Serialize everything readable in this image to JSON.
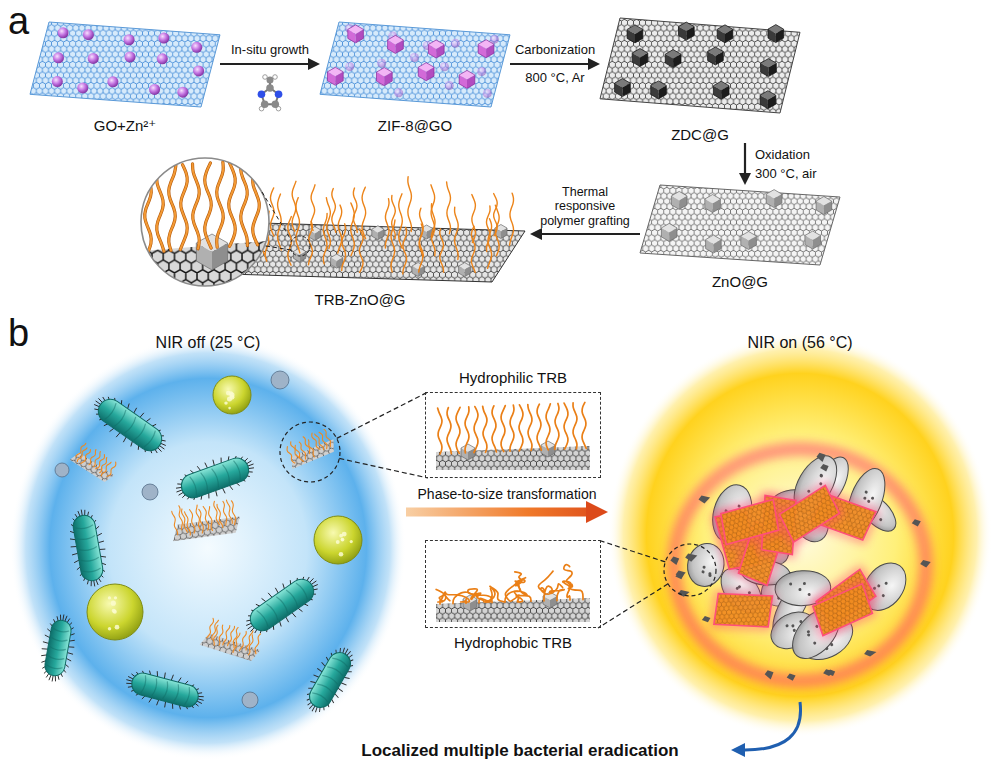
{
  "diagram": {
    "nodes": [
      {
        "text": [
          "GO+Zn²⁺"
        ]
      },
      {
        "text": [
          "ZIF-8@GO"
        ]
      },
      {
        "text": [
          "ZDC@G"
        ]
      },
      {
        "text": [
          "ZnO@G"
        ]
      },
      {
        "text": [
          "TRB-ZnO@G"
        ]
      },
      {
        "text": [
          "NIR off (25 °C)"
        ]
      },
      {
        "text": [
          "Hydrophilic TRB"
        ]
      },
      {
        "text": [
          "Hydrophobic TRB"
        ]
      },
      {
        "text": [
          "NIR on (56 °C)"
        ]
      }
    ],
    "edges": [
      {
        "from": 0,
        "to": 1,
        "arrow": "to",
        "label": "In-situ growth"
      },
      {
        "from": 1,
        "to": 2,
        "arrow": "to",
        "label": "Carbonization"
      },
      {
        "from": 2,
        "to": 3,
        "arrow": "to",
        "label": "Oxidation"
      },
      {
        "from": 3,
        "to": 4,
        "arrow": "to",
        "label": "Thermal responsive polymer grafting"
      },
      {
        "from": 5,
        "to": 8,
        "arrow": "to",
        "label": "Phase-to-size transformation"
      }
    ],
    "labels": [
      "a",
      "800 °C, Ar",
      "300 °C, air",
      "b",
      "Localized multiple bacterial eradication"
    ]
  }
}
